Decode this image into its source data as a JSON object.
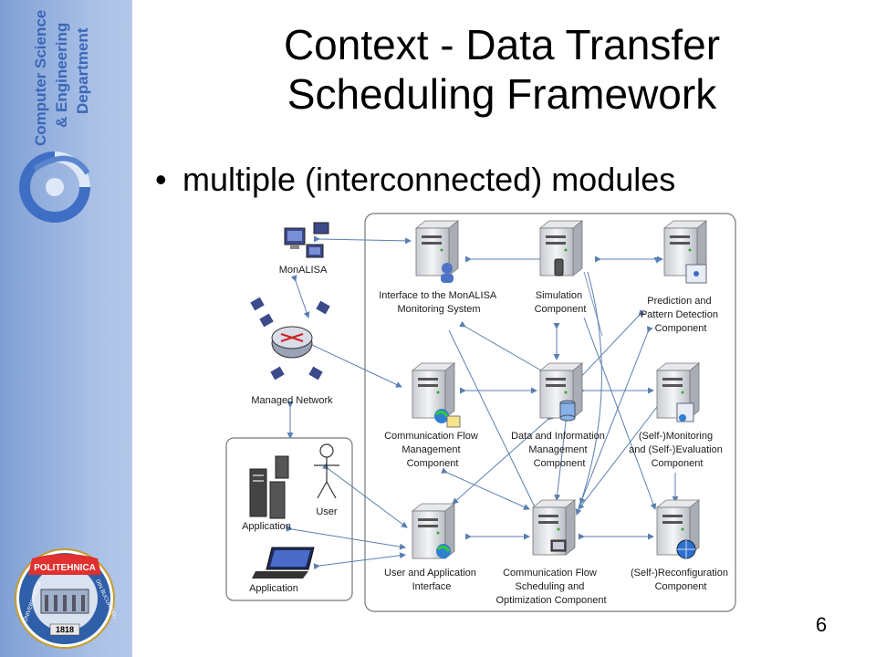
{
  "sidebar": {
    "dept_lines": [
      "Computer Science",
      "& Engineering",
      "Department"
    ],
    "seal_name": "POLITEHNICA",
    "seal_left": "UNIVERSITATEA",
    "seal_right": "DIN BUCURESTI",
    "seal_year": "1818"
  },
  "slide": {
    "title_line1": "Context - Data Transfer",
    "title_line2": "Scheduling Framework",
    "bullet": "multiple (interconnected) modules",
    "page_number": "6"
  },
  "diagram": {
    "external": {
      "monalisa": "MonALISA",
      "network": "Managed Network",
      "user": "User",
      "application": "Application"
    },
    "modules": {
      "monalisa_interface": [
        "Interface to the MonALISA",
        "Monitoring System"
      ],
      "simulation": [
        "Simulation",
        "Component"
      ],
      "prediction": [
        "Prediction and",
        "Pattern Detection",
        "Component"
      ],
      "comm_flow_mgmt": [
        "Communication Flow",
        "Management",
        "Component"
      ],
      "data_info": [
        "Data and Information",
        "Management",
        "Component"
      ],
      "self_monitoring": [
        "(Self-)Monitoring",
        "and (Self-)Evaluation",
        "Component"
      ],
      "user_app_interface": [
        "User and Application",
        "Interface"
      ],
      "comm_flow_sched": [
        "Communication Flow",
        "Scheduling and",
        "Optimization Component"
      ],
      "self_reconfig": [
        "(Self-)Reconfiguration",
        "Component"
      ]
    }
  }
}
